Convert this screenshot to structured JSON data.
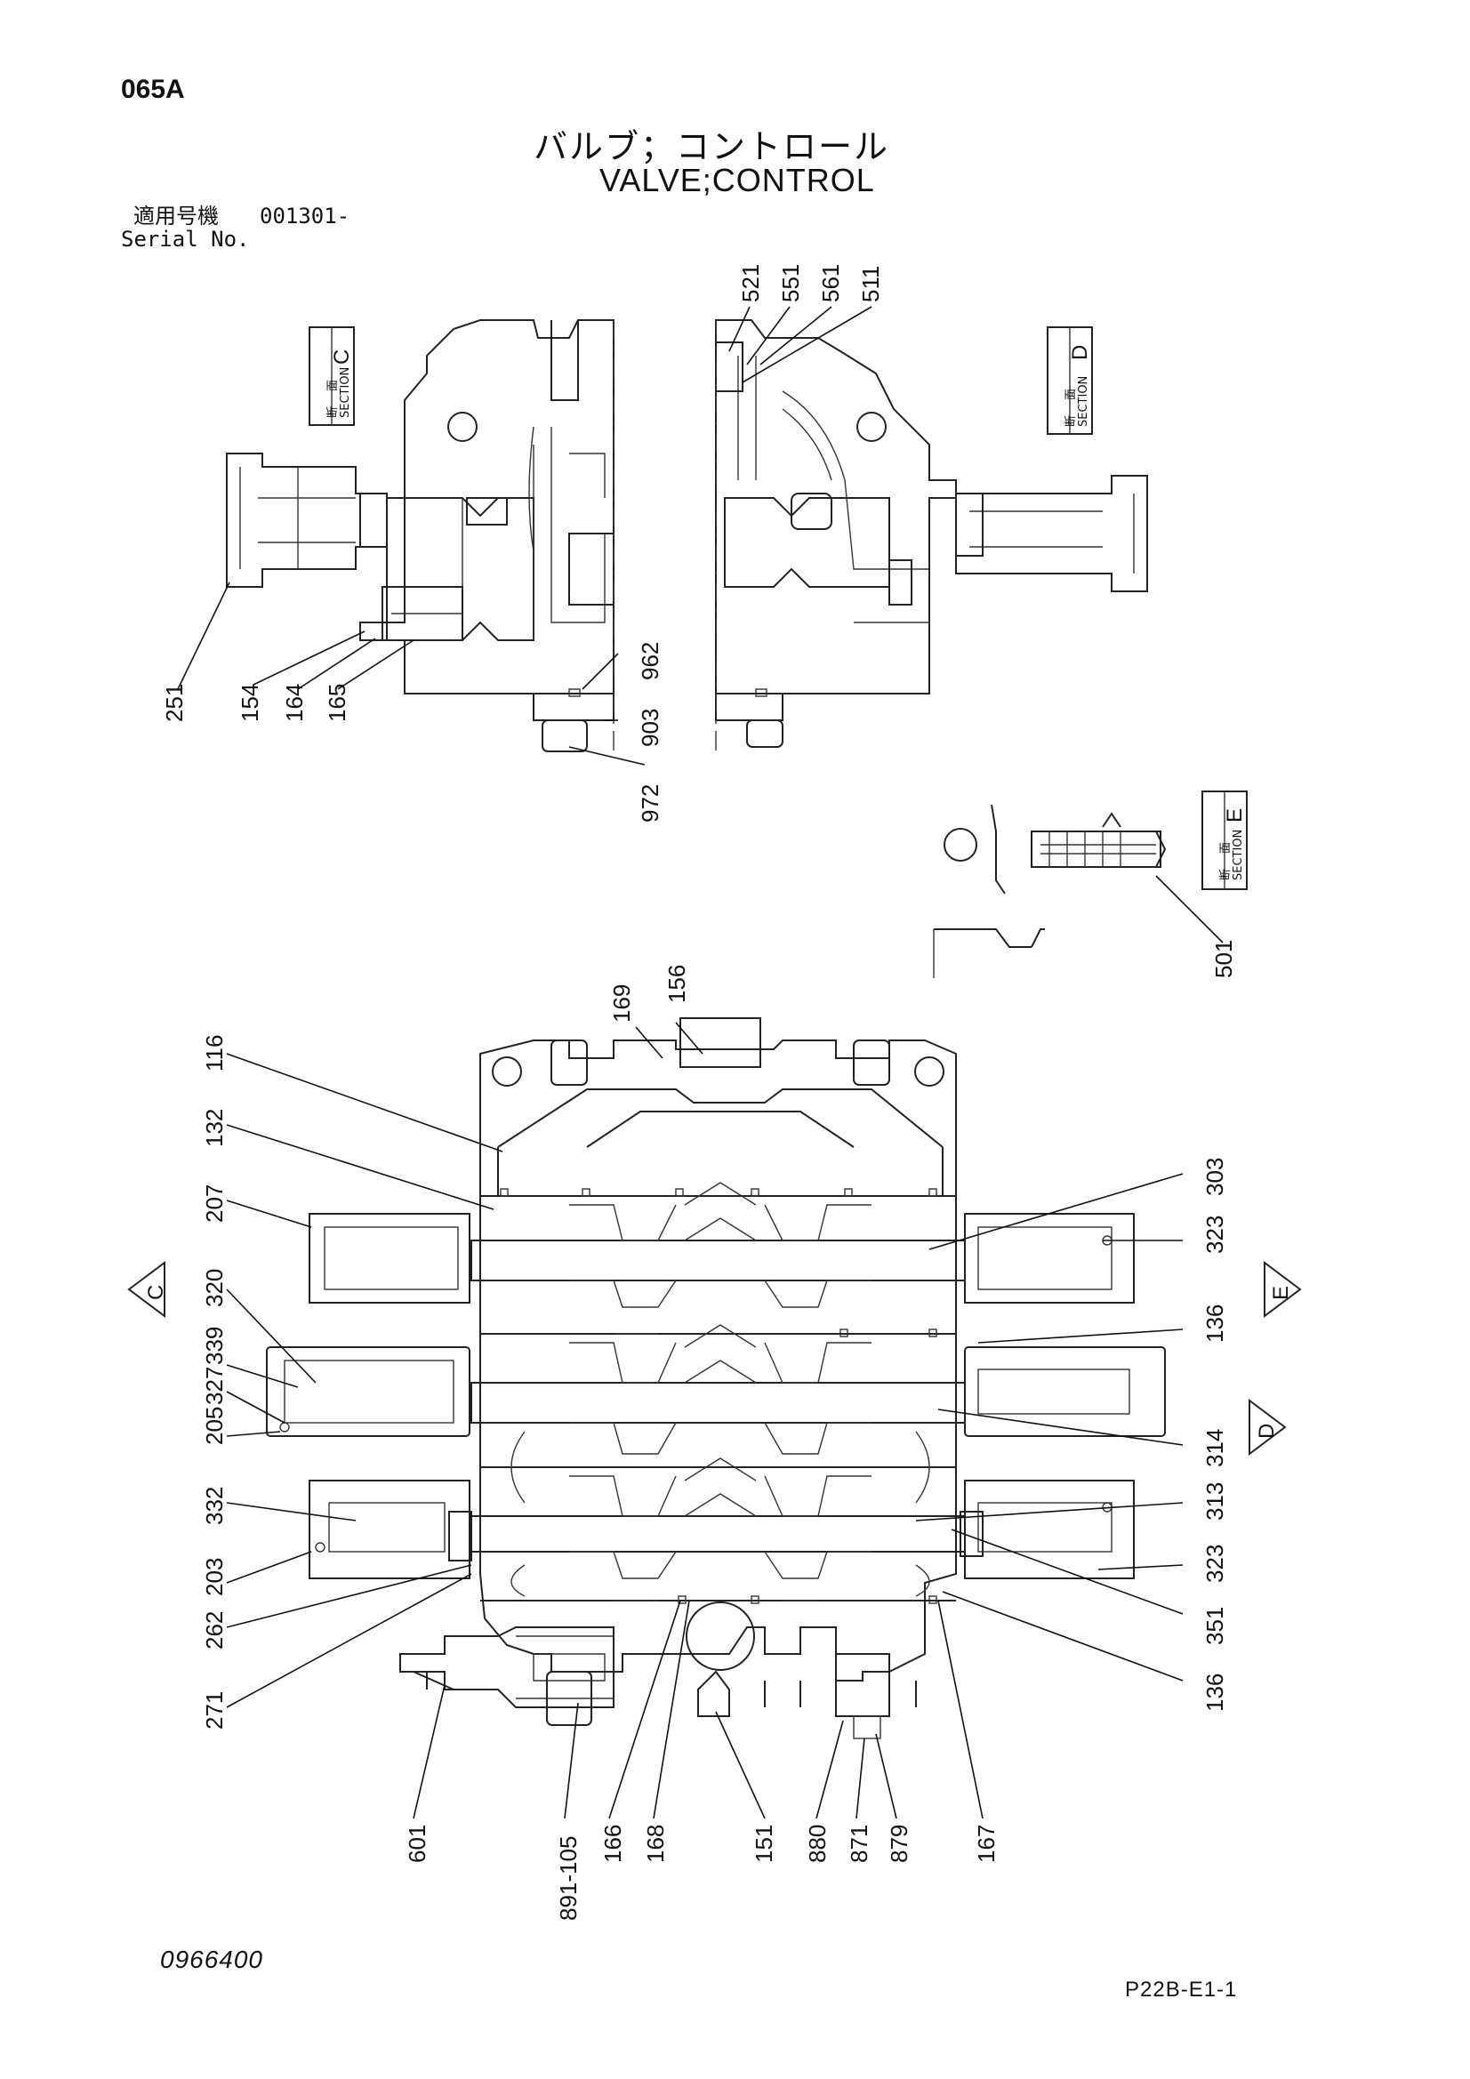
{
  "header": {
    "code": "065A",
    "title_jp": "バルブ；コントロール",
    "title_en": "VALVE;CONTROL",
    "serial_label_jp": "適用号機",
    "serial_value": "001301-",
    "serial_label_en": "Serial No."
  },
  "sections": {
    "c": {
      "jp1": "断",
      "jp2": "面",
      "en": "SECTION",
      "letter": "C"
    },
    "d": {
      "jp1": "断",
      "jp2": "面",
      "en": "SECTION",
      "letter": "D"
    },
    "e": {
      "jp1": "断",
      "jp2": "面",
      "en": "SECTION",
      "letter": "E"
    }
  },
  "section_markers": {
    "c": "C",
    "e": "E",
    "d": "D"
  },
  "callouts": {
    "sec_c": [
      "251",
      "154",
      "164",
      "165",
      "962",
      "903",
      "972"
    ],
    "sec_d": [
      "521",
      "551",
      "561",
      "511"
    ],
    "sec_e": [
      "501"
    ],
    "main_top": [
      "169",
      "156"
    ],
    "main_left": [
      "116",
      "132",
      "207",
      "320",
      "339",
      "327",
      "205",
      "332",
      "203",
      "262",
      "271"
    ],
    "main_right": [
      "303",
      "323",
      "136",
      "314",
      "313",
      "323",
      "351",
      "136"
    ],
    "main_bottom": [
      "601",
      "891-105",
      "166",
      "168",
      "151",
      "880",
      "871",
      "879",
      "167"
    ]
  },
  "footer": {
    "doc_number": "0966400",
    "page_ref": "P22B-E1-1"
  }
}
